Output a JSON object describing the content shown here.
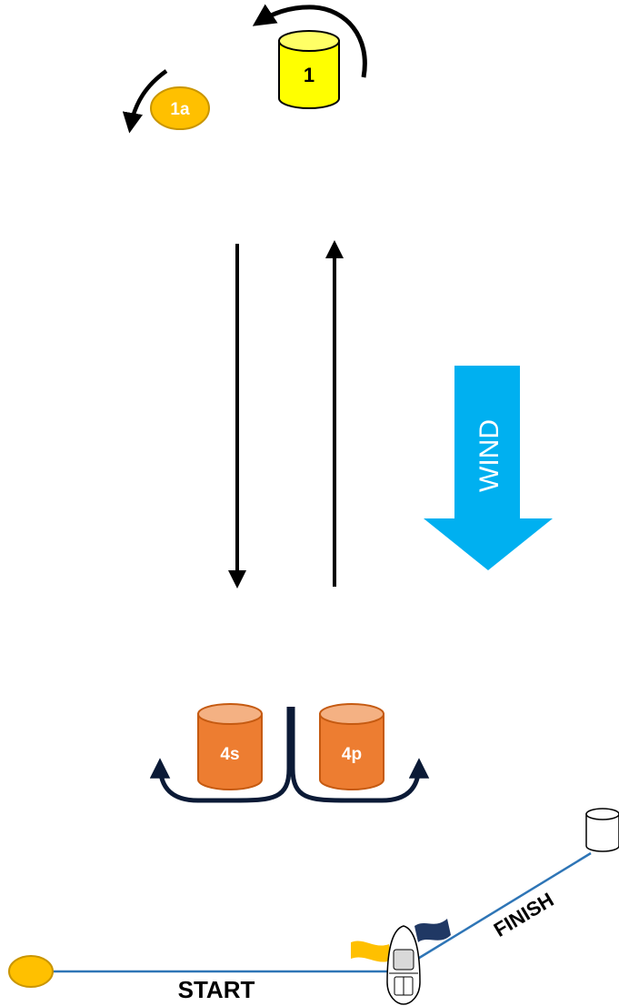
{
  "marks": {
    "m1": {
      "label": "1",
      "fill": "#ffff00",
      "top_fill": "#ffff66",
      "stroke": "#000000",
      "text_color": "#000000"
    },
    "m1a": {
      "label": "1a",
      "fill": "#ffc000",
      "stroke": "#c99500",
      "text_color": "#ffffff"
    },
    "m4s": {
      "label": "4s",
      "fill": "#ed7d31",
      "top_fill": "#f4b183",
      "stroke": "#c55a11",
      "text_color": "#ffffff"
    },
    "m4p": {
      "label": "4p",
      "fill": "#ed7d31",
      "top_fill": "#f4b183",
      "stroke": "#c55a11",
      "text_color": "#ffffff"
    },
    "finish_mark": {
      "fill": "#ffffff",
      "stroke": "#000000"
    },
    "pin_end": {
      "fill": "#ffc000",
      "stroke": "#c99500"
    }
  },
  "wind": {
    "label": "WIND",
    "color": "#00b0f0",
    "text_color": "#ffffff"
  },
  "start_line": {
    "label": "START",
    "color": "#2e75b6"
  },
  "finish_line": {
    "label": "FINISH",
    "color": "#2e75b6"
  },
  "flags": {
    "start_flag": "#ffc000",
    "finish_flag": "#203864"
  },
  "gate_arrow_color": "#0b1a36",
  "course_arrow_color": "#000000"
}
